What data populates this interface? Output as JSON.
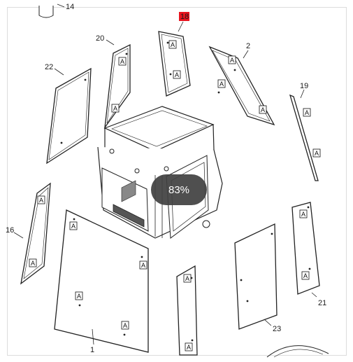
{
  "viewer": {
    "zoom_level": "83%"
  },
  "diagram": {
    "callouts": {
      "c14": "14",
      "c18": "18",
      "c20": "20",
      "c2": "2",
      "c22": "22",
      "c19": "19",
      "c16": "16",
      "c1": "1",
      "c21": "21",
      "c23": "23"
    },
    "glass_tag": "A",
    "highlight_color": "#e8141e"
  }
}
